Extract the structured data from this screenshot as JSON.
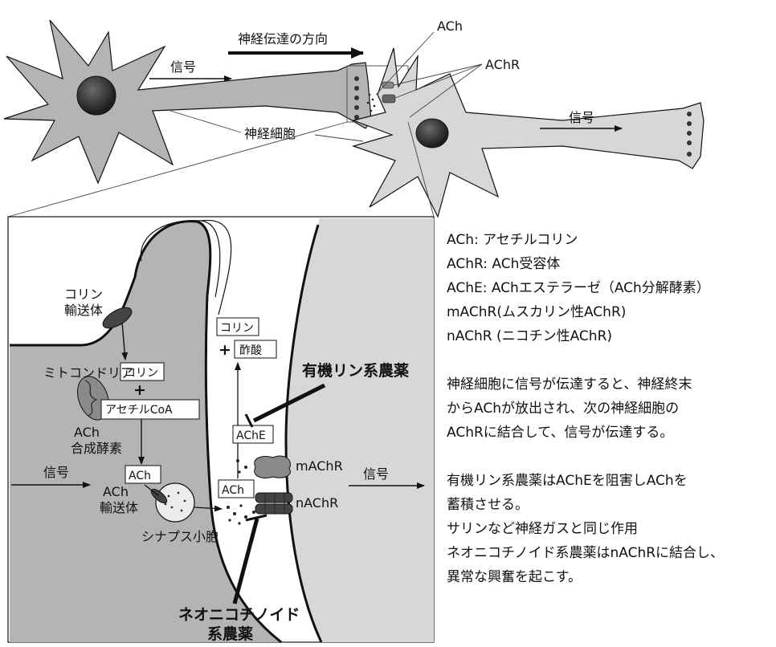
{
  "top": {
    "ach": "ACh",
    "achr": "AChR",
    "direction": "神経伝達の方向",
    "signal_left": "信号",
    "signal_right": "信号",
    "neuron": "神経細胞"
  },
  "synapse": {
    "choline_transporter": [
      "コリン",
      "輸送体"
    ],
    "mitochondria": "ミトコンドリア",
    "choline_inner": "コリン",
    "plus_inner": "+",
    "acetyl_coa": "アセチルCoA",
    "ach_synthase": [
      "ACh",
      "合成酵素"
    ],
    "ach_inner": "ACh",
    "ach_transporter": [
      "ACh",
      "輸送体"
    ],
    "vesicle": "シナプス小胞",
    "signal_in": "信号",
    "signal_out": "信号",
    "choline_cleft": "コリン",
    "plus_cleft": "+",
    "acetic_acid": "酢酸",
    "ache": "AChE",
    "ach_cleft": "ACh",
    "organophosphate": "有機リン系農薬",
    "machr": "mAChR",
    "nachr": "nAChR",
    "neonicotinoid": [
      "ネオニコチノイド",
      "系農薬"
    ]
  },
  "legend": {
    "definitions": [
      "ACh: アセチルコリン",
      "AChR: ACh受容体",
      "AChE: AChエステラーゼ（ACh分解酵素）",
      "mAChR(ムスカリン性AChR)",
      "nAChR (ニコチン性AChR)"
    ],
    "paragraph1": [
      "神経細胞に信号が伝達すると、神経終末",
      "からAChが放出され、次の神経細胞の",
      "AChRに結合して、信号が伝達する。"
    ],
    "paragraph2": [
      "有機リン系農薬はAChEを阻害しAChを",
      "蓄積させる。",
      "サリンなど神経ガスと同じ作用",
      "ネオニコチノイド系農薬はnAChRに結合し、",
      "異常な興奮を起こす。"
    ]
  },
  "colors": {
    "cell_fill": "#b4b4b4",
    "cell_fill_light": "#d7d7d7",
    "nucleus": "#3a3a3a",
    "outline": "#111111",
    "receptor": "#8a8a8a"
  }
}
